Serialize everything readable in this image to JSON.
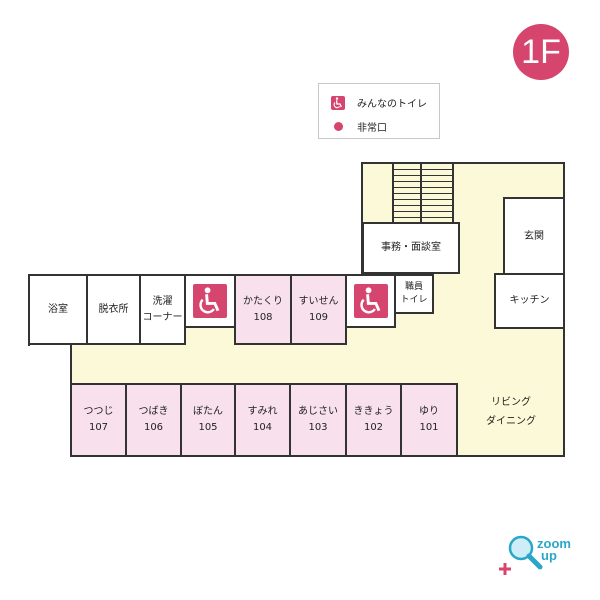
{
  "floor_label": "1F",
  "legend": {
    "accessible_toilet": "みんなのトイレ",
    "emergency_exit": "非常口"
  },
  "rooms": {
    "office": "事務・面談室",
    "entrance": "玄関",
    "kitchen": "キッチン",
    "staff_toilet": [
      "職員",
      "トイレ"
    ],
    "bath": "浴室",
    "dressing": "脱衣所",
    "laundry": [
      "洗濯",
      "コーナー"
    ],
    "living": [
      "リビング",
      "ダイニング"
    ]
  },
  "bedrooms_top": [
    {
      "name": "かたくり",
      "number": "108"
    },
    {
      "name": "すいせん",
      "number": "109"
    }
  ],
  "bedrooms_bottom": [
    {
      "name": "つつじ",
      "number": "107"
    },
    {
      "name": "つばき",
      "number": "106"
    },
    {
      "name": "ぼたん",
      "number": "105"
    },
    {
      "name": "すみれ",
      "number": "104"
    },
    {
      "name": "あじさい",
      "number": "103"
    },
    {
      "name": "ききょう",
      "number": "102"
    },
    {
      "name": "ゆり",
      "number": "101"
    }
  ],
  "zoom": {
    "line1": "zoom",
    "line2": "up"
  },
  "colors": {
    "accent": "#d6456e",
    "floor": "#fcf9d9",
    "bedroom": "#f8e1ec",
    "zoom": "#2aa6c9"
  }
}
